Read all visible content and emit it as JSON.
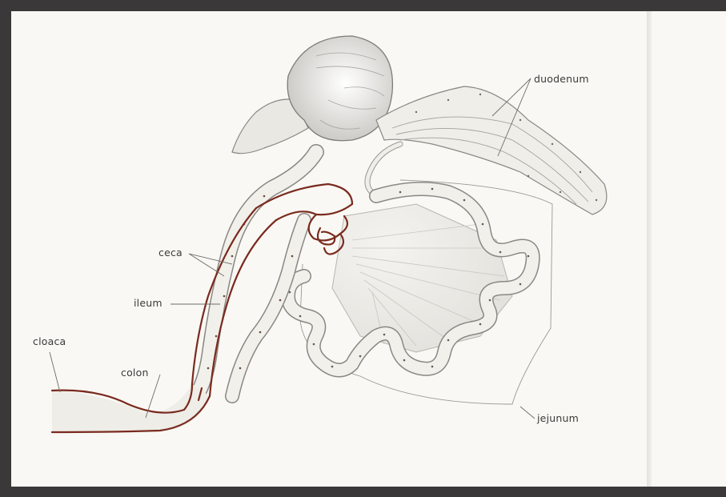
{
  "labels": {
    "duodenum": "duodenum",
    "ceca": "ceca",
    "ileum": "ileum",
    "cloaca": "cloaca",
    "colon": "colon",
    "jejunum": "jejunum"
  },
  "colors": {
    "border": "#3a3838",
    "paper": "#f9f8f4",
    "organ_outline": "#8a8884",
    "gut_fill": "#f1f0eb",
    "highlight_outline": "#7a2a1e",
    "label_text": "#3c3a38"
  }
}
